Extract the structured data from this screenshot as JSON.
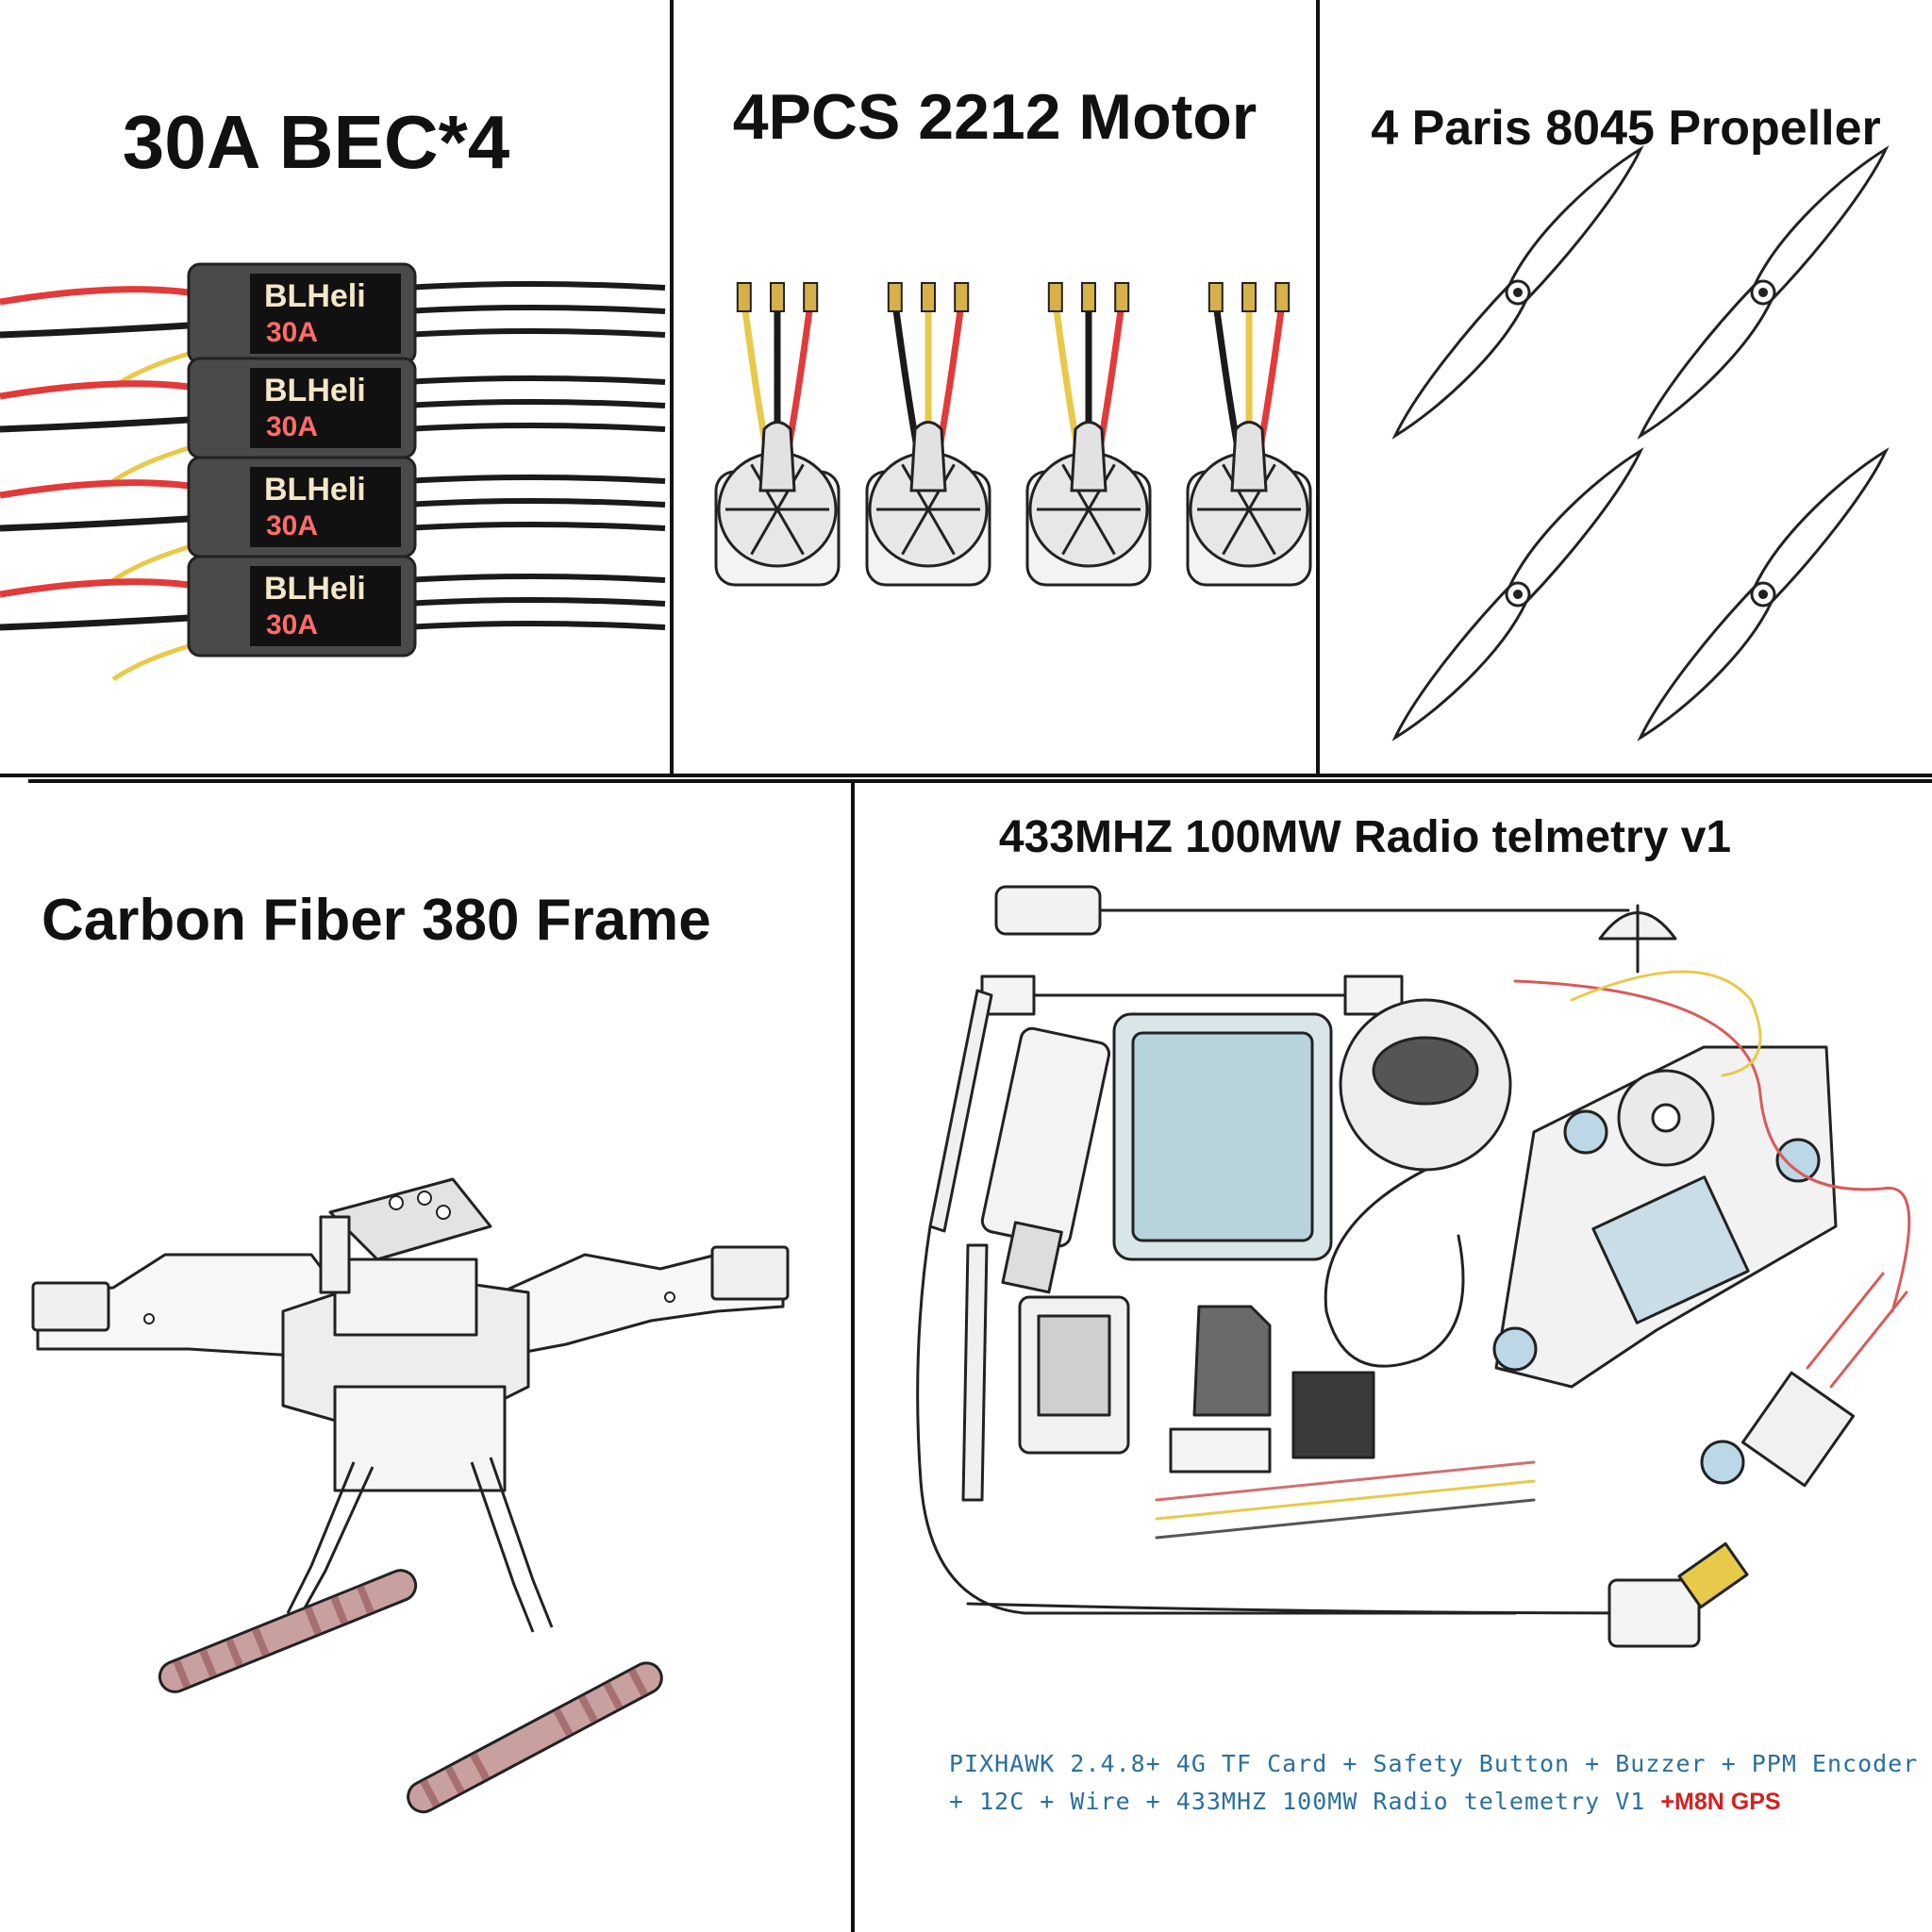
{
  "panels": {
    "esc": {
      "title": "30A BEC*4",
      "esc_brand": "BLHeli",
      "esc_rating": "30A"
    },
    "motor": {
      "title": "4PCS 2212 Motor"
    },
    "propeller": {
      "title": "4 Paris 8045 Propeller"
    },
    "frame": {
      "title": "Carbon Fiber 380 Frame"
    },
    "telemetry": {
      "title": "433MHZ 100MW Radio telmetry v1",
      "caption_line1": "PIXHAWK 2.4.8+ 4G TF Card + Safety Button + Buzzer + PPM Encoder",
      "caption_line2": "+ 12C + Wire + 433MHZ 100MW Radio telemetry V1",
      "caption_highlight": "+M8N GPS"
    }
  },
  "colors": {
    "wire_red": "#e23a3a",
    "wire_yellow": "#e8c94a",
    "wire_black": "#1a1a1a",
    "esc_body": "#4a4a4a",
    "caption_blue": "#2a6f9e",
    "caption_red": "#d62020"
  }
}
